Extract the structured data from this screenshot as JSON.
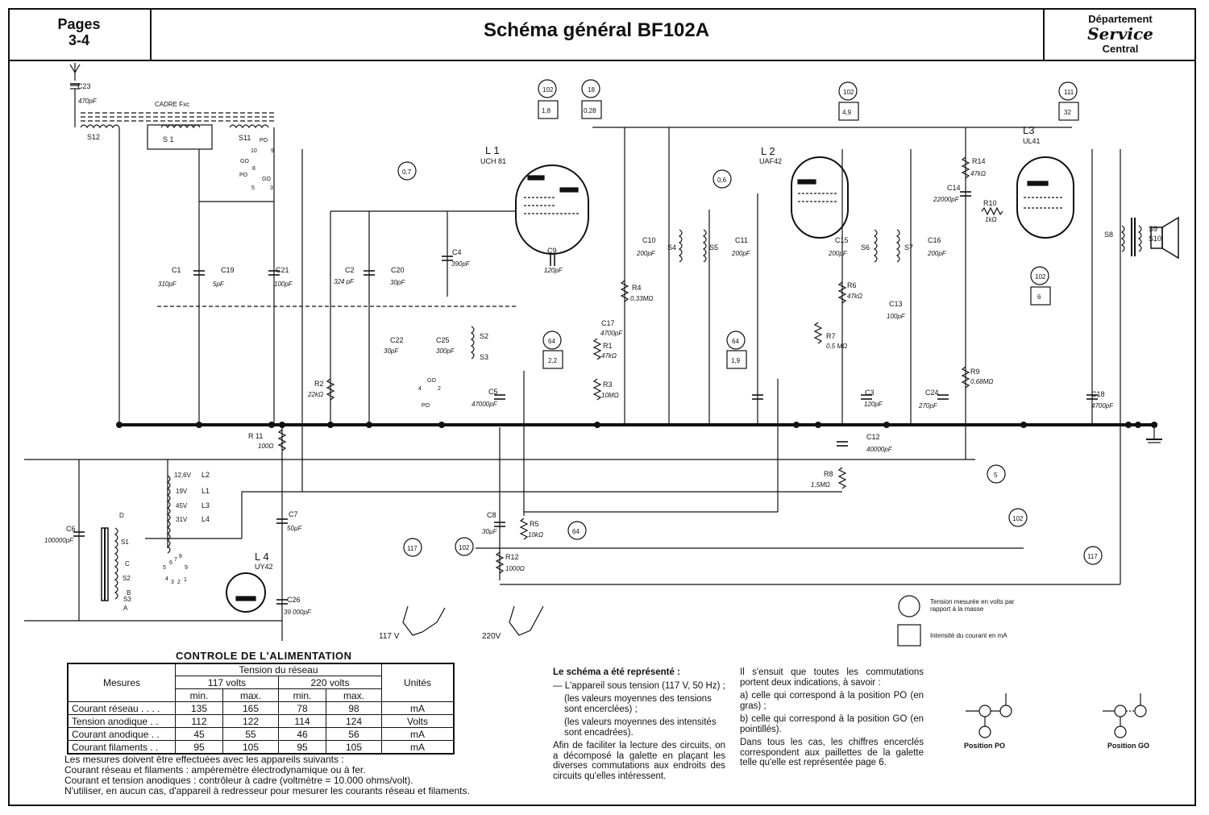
{
  "header": {
    "pages_label": "Pages",
    "pages_value": "3-4",
    "title": "Schéma général BF102A",
    "dept_line1": "Département",
    "dept_line2": "Service",
    "dept_line3": "Central"
  },
  "schematic": {
    "tubes": [
      {
        "ref": "L 1",
        "type": "UCH 81"
      },
      {
        "ref": "L 2",
        "type": "UAF42"
      },
      {
        "ref": "L3",
        "type": "UL41"
      },
      {
        "ref": "L 4",
        "type": "UY42"
      }
    ],
    "circled_values": [
      "102",
      "18",
      "102",
      "111",
      "0,7",
      "0,6",
      "64",
      "64",
      "5",
      "102",
      "117",
      "102",
      "117",
      "64",
      "102"
    ],
    "boxed_values": [
      "1,8",
      "0,28",
      "4,9",
      "32",
      "2,2",
      "1,9",
      "6"
    ],
    "components": [
      {
        "ref": "C23",
        "value": "470pF"
      },
      {
        "ref": "CADRE Fxc",
        "value": ""
      },
      {
        "ref": "S12",
        "value": ""
      },
      {
        "ref": "S 1",
        "value": ""
      },
      {
        "ref": "S11",
        "value": ""
      },
      {
        "ref": "C1",
        "value": "310pF"
      },
      {
        "ref": "C19",
        "value": "5pF"
      },
      {
        "ref": "C21",
        "value": "100pF"
      },
      {
        "ref": "C2",
        "value": "324 pF"
      },
      {
        "ref": "C20",
        "value": "30pF"
      },
      {
        "ref": "C4",
        "value": "390pF"
      },
      {
        "ref": "C22",
        "value": "30pF"
      },
      {
        "ref": "C25",
        "value": "300pF"
      },
      {
        "ref": "S2",
        "value": ""
      },
      {
        "ref": "S3",
        "value": ""
      },
      {
        "ref": "C9",
        "value": "120pF"
      },
      {
        "ref": "R2",
        "value": "22kΩ"
      },
      {
        "ref": "C5",
        "value": "47000pF"
      },
      {
        "ref": "C17",
        "value": "4700pF"
      },
      {
        "ref": "R1",
        "value": "47kΩ"
      },
      {
        "ref": "R3",
        "value": "10MΩ"
      },
      {
        "ref": "R4",
        "value": "0,33MΩ"
      },
      {
        "ref": "C10",
        "value": "200pF"
      },
      {
        "ref": "S4",
        "value": ""
      },
      {
        "ref": "S5",
        "value": ""
      },
      {
        "ref": "C11",
        "value": "200pF"
      },
      {
        "ref": "C15",
        "value": "200pF"
      },
      {
        "ref": "S6",
        "value": ""
      },
      {
        "ref": "S7",
        "value": ""
      },
      {
        "ref": "C16",
        "value": "200pF"
      },
      {
        "ref": "R6",
        "value": "47kΩ"
      },
      {
        "ref": "C13",
        "value": "100pF"
      },
      {
        "ref": "R7",
        "value": "0,5 MΩ"
      },
      {
        "ref": "C3",
        "value": "120pF"
      },
      {
        "ref": "C12",
        "value": "40000pF"
      },
      {
        "ref": "R8",
        "value": "1,5MΩ"
      },
      {
        "ref": "R14",
        "value": "47kΩ"
      },
      {
        "ref": "C14",
        "value": "22000pF"
      },
      {
        "ref": "R10",
        "value": "1kΩ"
      },
      {
        "ref": "R9",
        "value": "0,68MΩ"
      },
      {
        "ref": "C24",
        "value": "270pF"
      },
      {
        "ref": "C18",
        "value": "4700pF"
      },
      {
        "ref": "S8",
        "value": ""
      },
      {
        "ref": "S9",
        "value": ""
      },
      {
        "ref": "S10",
        "value": ""
      },
      {
        "ref": "R 11",
        "value": "100Ω"
      },
      {
        "ref": "C6",
        "value": "100000pF"
      },
      {
        "ref": "C7",
        "value": "50µF"
      },
      {
        "ref": "C8",
        "value": "30µF"
      },
      {
        "ref": "R5",
        "value": "10kΩ"
      },
      {
        "ref": "R12",
        "value": "1000Ω"
      },
      {
        "ref": "C26",
        "value": "39 000pF"
      }
    ],
    "filaments": [
      {
        "voltage": "12,6V",
        "ref": "L2"
      },
      {
        "voltage": "19V",
        "ref": "L1"
      },
      {
        "voltage": "45V",
        "ref": "L3"
      },
      {
        "voltage": "31V",
        "ref": "L4"
      }
    ],
    "transformer_labels": [
      "D",
      "S1",
      "C",
      "S2",
      "B",
      "S3",
      "A"
    ],
    "switch_labels": [
      "PO",
      "GO",
      "PO",
      "GO",
      "PO",
      "GO"
    ],
    "switch_numbers": [
      "10",
      "9",
      "8",
      "5",
      "3",
      "4",
      "2",
      "5",
      "6",
      "7",
      "8",
      "9",
      "4",
      "3",
      "2",
      "1"
    ],
    "selector_117": "117 V",
    "selector_220": "220V"
  },
  "legend": {
    "circle_text": "Tension mesurée en volts par rapport à la masse",
    "square_text": "Intensité du courant en mA"
  },
  "control": {
    "title": "CONTROLE DE L'ALIMENTATION",
    "col_mesures": "Mesures",
    "col_tension": "Tension du réseau",
    "col_117": "117 volts",
    "col_220": "220 volts",
    "col_min": "min.",
    "col_max": "max.",
    "col_unites": "Unités",
    "rows": [
      {
        "label": "Courant réseau . . . .",
        "v117min": "135",
        "v117max": "165",
        "v220min": "78",
        "v220max": "98",
        "unit": "mA"
      },
      {
        "label": "Tension anodique . .",
        "v117min": "112",
        "v117max": "122",
        "v220min": "114",
        "v220max": "124",
        "unit": "Volts"
      },
      {
        "label": "Courant anodique . .",
        "v117min": "45",
        "v117max": "55",
        "v220min": "46",
        "v220max": "56",
        "unit": "mA"
      },
      {
        "label": "Courant filaments . .",
        "v117min": "95",
        "v117max": "105",
        "v220min": "95",
        "v220max": "105",
        "unit": "mA"
      }
    ],
    "notes": [
      "Les mesures doivent être effectuées avec les appareils suivants :",
      "Courant réseau et filaments : ampèremètre électrodynamique ou à fer.",
      "Courant et tension anodiques : contrôleur à cadre (voltmètre = 10.000 ohms/volt).",
      "N'utiliser, en aucun cas, d'appareil à redresseur pour mesurer les courants réseau et filaments."
    ]
  },
  "explanation": {
    "heading": "Le schéma a été représenté :",
    "item1": "— L'appareil sous tension (117 V, 50 Hz) ;",
    "item1a": "(les valeurs moyennes des tensions sont encerclées) ;",
    "item1b": "(les valeurs moyennes des intensités sont encadrées).",
    "para2": "Afin de faciliter la lecture des circuits, on a décomposé la galette en plaçant les diverses commutations aux endroits des circuits qu'elles intéressent.",
    "para3": "Il s'ensuit que toutes les commutations portent deux indications, à savoir :",
    "item_a": "a) celle qui correspond à la position PO (en gras) ;",
    "item_b": "b) celle qui correspond à la position GO (en pointillés).",
    "para4": "Dans tous les cas, les chiffres encerclés correspondent aux paillettes de la galette telle qu'elle est représentée page 6.",
    "pos_po": "Position PO",
    "pos_go": "Position GO"
  }
}
